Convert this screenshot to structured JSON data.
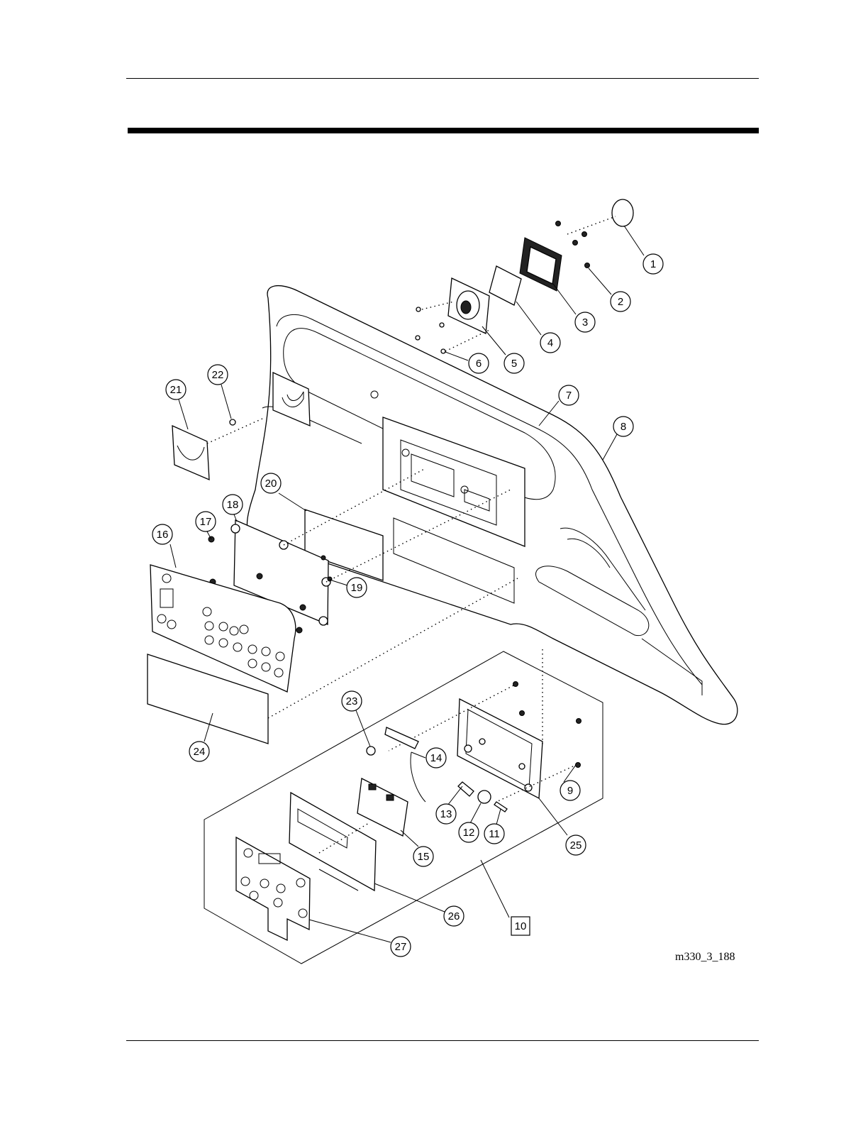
{
  "figure": {
    "figure_id": "m330_3_188",
    "callouts": [
      {
        "label": "1"
      },
      {
        "label": "2"
      },
      {
        "label": "3"
      },
      {
        "label": "4"
      },
      {
        "label": "5"
      },
      {
        "label": "6"
      },
      {
        "label": "7"
      },
      {
        "label": "8"
      },
      {
        "label": "9"
      },
      {
        "label": "10"
      },
      {
        "label": "11"
      },
      {
        "label": "12"
      },
      {
        "label": "13"
      },
      {
        "label": "14"
      },
      {
        "label": "15"
      },
      {
        "label": "16"
      },
      {
        "label": "17"
      },
      {
        "label": "18"
      },
      {
        "label": "19"
      },
      {
        "label": "20"
      },
      {
        "label": "21"
      },
      {
        "label": "22"
      },
      {
        "label": "23"
      },
      {
        "label": "24"
      },
      {
        "label": "25"
      },
      {
        "label": "26"
      },
      {
        "label": "27"
      }
    ]
  }
}
